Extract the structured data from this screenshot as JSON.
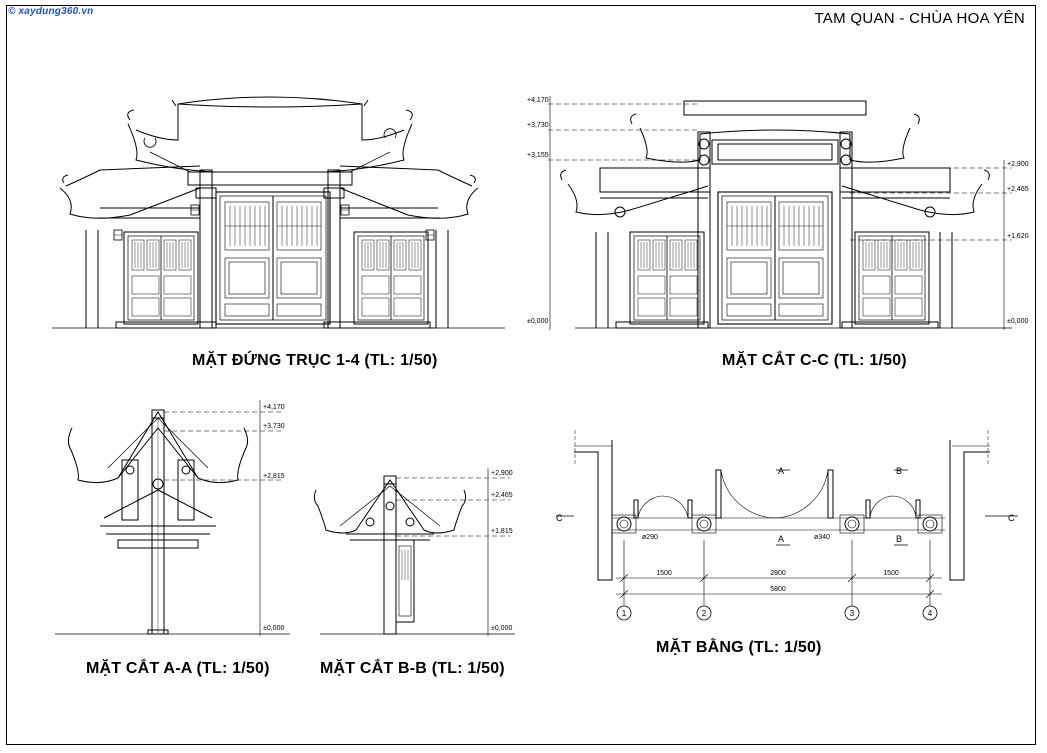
{
  "watermark": "© xaydung360.vn",
  "title": "TAM QUAN - CHÙA HOA YÊN",
  "captions": {
    "elevation": "MẶT ĐỨNG TRỤC 1-4 (TL: 1/50)",
    "section_cc": "MẶT CẮT C-C (TL: 1/50)",
    "section_aa": "MẶT CẮT A-A (TL: 1/50)",
    "section_bb": "MẶT CẮT B-B (TL: 1/50)",
    "plan": "MẶT BẰNG (TL: 1/50)"
  },
  "levels_cc": [
    "+4,170",
    "+3,730",
    "+3,155",
    "+2,900",
    "+2,465",
    "+1,620",
    "±0,000",
    "±0,000"
  ],
  "levels_aa": [
    "+4,170",
    "+3,730",
    "+2,815",
    "±0,000"
  ],
  "levels_bb": [
    "+2,900",
    "+2,465",
    "+1,815",
    "±0,000"
  ],
  "plan": {
    "section_marks": [
      "A",
      "A",
      "B",
      "B",
      "C",
      "C"
    ],
    "column_dims": [
      "ø290",
      "ø340"
    ],
    "dims": [
      "1500",
      "2800",
      "1500"
    ],
    "total": "5800",
    "axes": [
      "1",
      "2",
      "3",
      "4"
    ]
  },
  "colors": {
    "ink": "#000000",
    "watermark": "#1e4fd6"
  }
}
